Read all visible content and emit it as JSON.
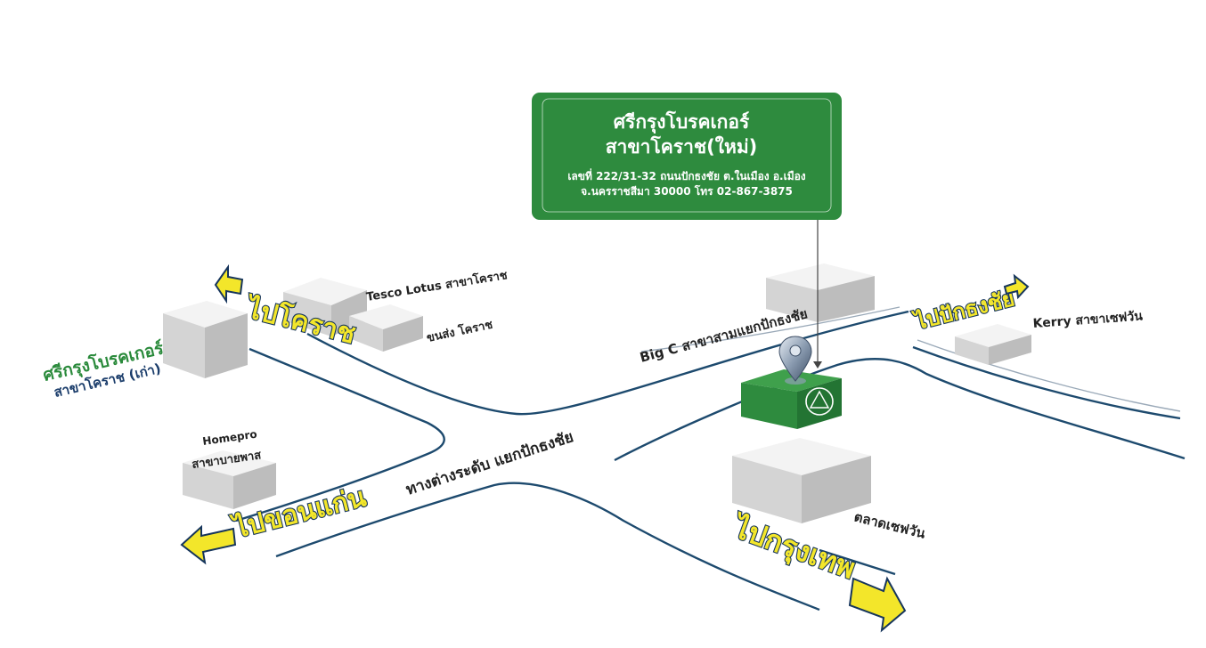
{
  "info_box": {
    "title_line1": "ศรีกรุงโบรคเกอร์",
    "title_line2": "สาขาโคราช(ใหม่)",
    "address_line1": "เลขที่ 222/31-32 ถนนปักธงชัย ต.ในเมือง อ.เมือง",
    "address_line2": "จ.นครราชสีมา 30000 โทร 02-867-3875",
    "color": "#2e8b3e"
  },
  "landmarks": {
    "tesco": "Tesco Lotus สาขาโคราช",
    "khonsong": "ขนส่ง โคราช",
    "old_branch_line1": "ศรีกรุงโบรคเกอร์",
    "old_branch_line2": "สาขาโคราช (เก่า)",
    "homepro_line1": "Homepro",
    "homepro_line2": "สาขาบายพาส",
    "bigc": "Big C  สาขาสามแยกปักธงชัย",
    "kerry": "Kerry สาขาเซฟวัน",
    "market": "ตลาดเซฟวัน",
    "interchange": "ทางต่างระดับ แยกปักธงชัย"
  },
  "directions": {
    "to_korat": "ไปโคราช",
    "to_pakthongchai": "ไปปักธงชัย",
    "to_khonkaen": "ไปขอนแก่น",
    "to_bangkok": "ไปกรุงเทพ"
  },
  "colors": {
    "road": "#1d4a6e",
    "brand_green": "#2e8b3e",
    "old_branch_green": "#2a8a3b",
    "arrow_yellow": "#f3e62a",
    "arrow_outline": "#16355c"
  },
  "icons": {
    "pin": "map-pin-icon",
    "logo": "srikrung-logo"
  }
}
